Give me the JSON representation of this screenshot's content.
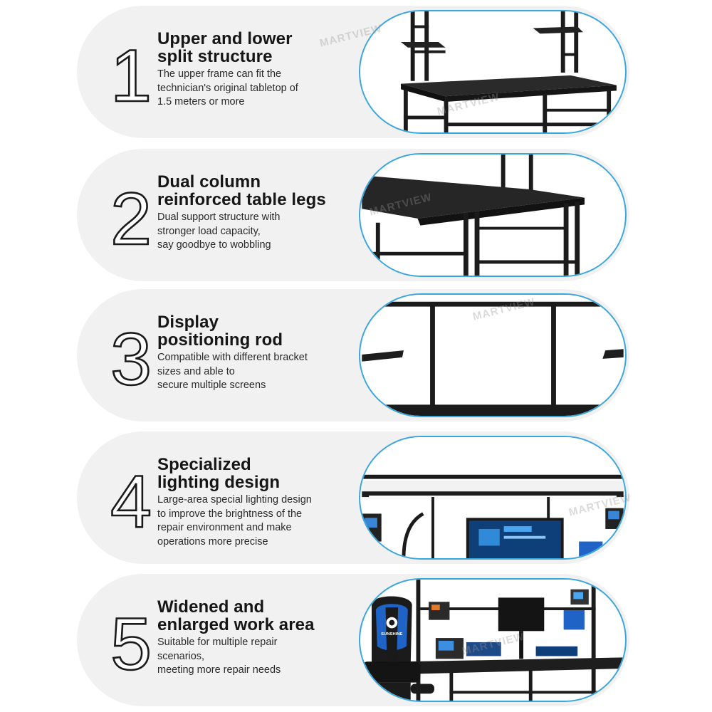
{
  "watermark": "MARTVIEW",
  "colors": {
    "card_background": "#f1f1f1",
    "photo_border": "#3aa6de",
    "title_text": "#161616",
    "frame_black": "#1b1b1b",
    "chair_blue": "#1f63c7"
  },
  "features": [
    {
      "number": "1",
      "title_lines": [
        "Upper and lower",
        "split structure"
      ],
      "description_lines": [
        "The upper frame can fit the",
        "technician's original tabletop of",
        "1.5 meters or more"
      ]
    },
    {
      "number": "2",
      "title_lines": [
        "Dual column",
        "reinforced table legs"
      ],
      "description_lines": [
        "Dual support structure with",
        "stronger load capacity,",
        "say goodbye to wobbling"
      ]
    },
    {
      "number": "3",
      "title_lines": [
        "Display",
        "positioning rod"
      ],
      "description_lines": [
        "Compatible with different bracket",
        "sizes and able to",
        "secure multiple screens"
      ]
    },
    {
      "number": "4",
      "title_lines": [
        "Specialized",
        "lighting design"
      ],
      "description_lines": [
        "Large-area special lighting design",
        "to improve the brightness of the",
        "repair environment and make",
        "operations more precise"
      ]
    },
    {
      "number": "5",
      "title_lines": [
        "Widened and",
        "enlarged work area"
      ],
      "description_lines": [
        "Suitable for multiple repair",
        "scenarios,",
        "meeting more repair needs"
      ],
      "chair_label": "SUNSHINE"
    }
  ]
}
